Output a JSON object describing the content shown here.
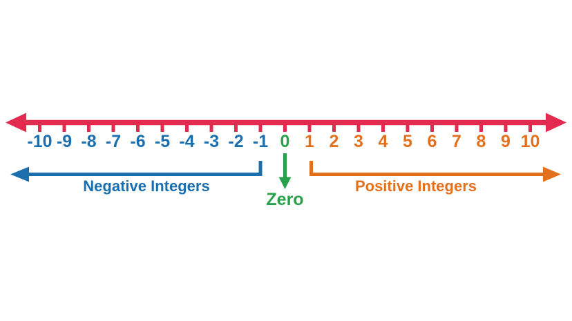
{
  "colors": {
    "axis": "#E32B50",
    "negative": "#1C6FAF",
    "zero": "#27A24B",
    "positive": "#E2701D",
    "background": "#FFFFFF"
  },
  "number_line": {
    "min": -10,
    "max": 10,
    "values": [
      -10,
      -9,
      -8,
      -7,
      -6,
      -5,
      -4,
      -3,
      -2,
      -1,
      0,
      1,
      2,
      3,
      4,
      5,
      6,
      7,
      8,
      9,
      10
    ]
  },
  "annotations": {
    "negative_label": "Negative Integers",
    "zero_label": "Zero",
    "positive_label": "Positive Integers"
  }
}
